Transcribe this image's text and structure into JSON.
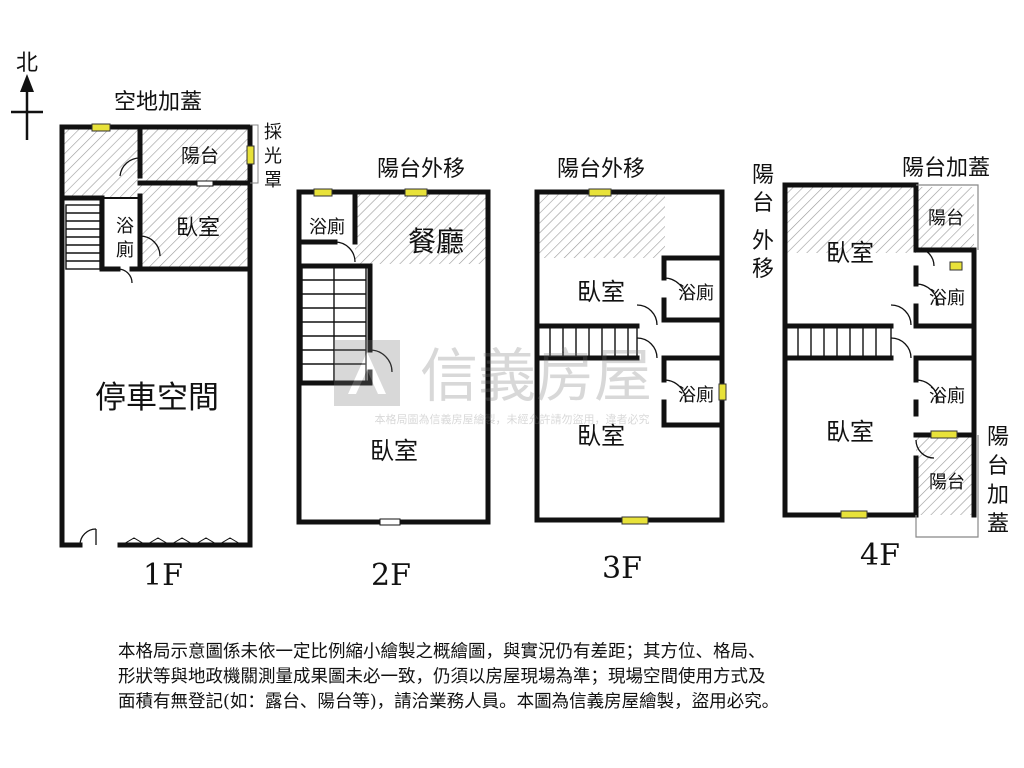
{
  "north_label": "北",
  "watermark": {
    "brand": "信義房屋",
    "notice": "本格局圖為信義房屋繪製，未經允許請勿盜用，違者必究"
  },
  "floors": {
    "f1": {
      "name": "1F",
      "rooms": {
        "addition": "空地加蓋",
        "balcony": "陽台",
        "skylight": "採光罩",
        "bathroom": "浴廁",
        "bedroom": "臥室",
        "parking": "停車空間"
      }
    },
    "f2": {
      "name": "2F",
      "rooms": {
        "balcony_moved": "陽台外移",
        "bathroom": "浴廁",
        "dining": "餐廳",
        "bedroom": "臥室"
      }
    },
    "f3": {
      "name": "3F",
      "rooms": {
        "balcony_moved": "陽台外移",
        "bedroom_top": "臥室",
        "bathroom_top": "浴廁",
        "bathroom_bottom": "浴廁",
        "bedroom_bottom": "臥室"
      }
    },
    "f4": {
      "name": "4F",
      "rooms": {
        "balcony_moved": "陽台外移",
        "balcony_addition_top": "陽台加蓋",
        "bedroom_top": "臥室",
        "balcony_top": "陽台",
        "bathroom_top": "浴廁",
        "bathroom_bottom": "浴廁",
        "bedroom_bottom": "臥室",
        "balcony_bottom": "陽台",
        "balcony_addition_bottom": "陽台加蓋"
      }
    }
  },
  "disclaimer": [
    "本格局示意圖係未依一定比例縮小繪製之概繪圖，與實況仍有差距；其方位、格局、",
    "形狀等與地政機關測量成果圖未必一致，仍須以房屋現場為準；現場空間使用方式及",
    "面積有無登記(如：露台、陽台等)，請洽業務人員。本圖為信義房屋繪製，盜用必究。"
  ]
}
